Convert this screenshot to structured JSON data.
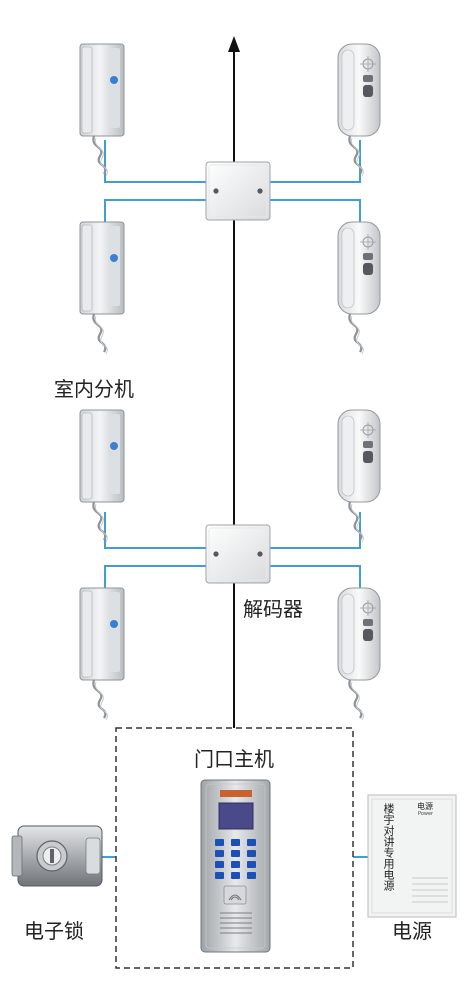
{
  "labels": {
    "indoor_units": "室内分机",
    "decoder": "解码器",
    "door_main_unit": "门口主机",
    "electric_lock": "电子锁",
    "power_supply": "电源"
  },
  "power_supply_box": {
    "header": "电源",
    "header_sub": "Power",
    "vertical_text": "楼宇对讲专用电源"
  },
  "colors": {
    "wire": "#3f9fd4",
    "riser_arrow": "#111111",
    "dashed_frame": "#333333",
    "panel_screen": "#4a4a8a",
    "panel_keys": "#1d4fb8",
    "panel_logo": "#c9622c"
  }
}
